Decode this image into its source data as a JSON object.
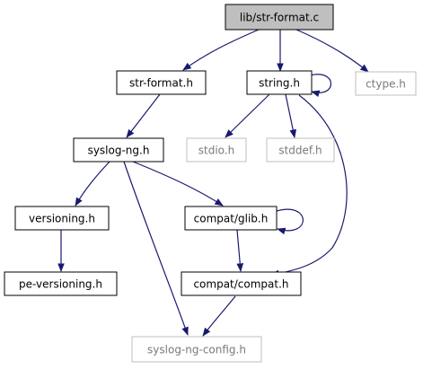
{
  "graph": {
    "nodes": [
      {
        "id": "lib-str-format-c",
        "label": "lib/str-format.c",
        "kind": "current"
      },
      {
        "id": "str-format-h",
        "label": "str-format.h",
        "kind": "normal"
      },
      {
        "id": "string-h",
        "label": "string.h",
        "kind": "normal"
      },
      {
        "id": "ctype-h",
        "label": "ctype.h",
        "kind": "missing"
      },
      {
        "id": "syslog-ng-h",
        "label": "syslog-ng.h",
        "kind": "normal"
      },
      {
        "id": "stdio-h",
        "label": "stdio.h",
        "kind": "missing"
      },
      {
        "id": "stddef-h",
        "label": "stddef.h",
        "kind": "missing"
      },
      {
        "id": "versioning-h",
        "label": "versioning.h",
        "kind": "normal"
      },
      {
        "id": "compat-glib-h",
        "label": "compat/glib.h",
        "kind": "normal"
      },
      {
        "id": "pe-versioning-h",
        "label": "pe-versioning.h",
        "kind": "normal"
      },
      {
        "id": "compat-compat-h",
        "label": "compat/compat.h",
        "kind": "normal"
      },
      {
        "id": "syslog-ng-config-h",
        "label": "syslog-ng-config.h",
        "kind": "missing"
      }
    ],
    "edges": [
      {
        "from": "lib-str-format-c",
        "to": "str-format-h"
      },
      {
        "from": "lib-str-format-c",
        "to": "string-h"
      },
      {
        "from": "lib-str-format-c",
        "to": "ctype-h"
      },
      {
        "from": "string-h",
        "to": "string-h"
      },
      {
        "from": "string-h",
        "to": "stdio-h"
      },
      {
        "from": "string-h",
        "to": "stddef-h"
      },
      {
        "from": "string-h",
        "to": "compat-compat-h"
      },
      {
        "from": "str-format-h",
        "to": "syslog-ng-h"
      },
      {
        "from": "syslog-ng-h",
        "to": "versioning-h"
      },
      {
        "from": "syslog-ng-h",
        "to": "compat-glib-h"
      },
      {
        "from": "syslog-ng-h",
        "to": "syslog-ng-config-h"
      },
      {
        "from": "versioning-h",
        "to": "pe-versioning-h"
      },
      {
        "from": "compat-glib-h",
        "to": "compat-glib-h"
      },
      {
        "from": "compat-glib-h",
        "to": "compat-compat-h"
      },
      {
        "from": "compat-compat-h",
        "to": "syslog-ng-config-h"
      }
    ],
    "colors": {
      "edge": "#191970",
      "current_fill": "#bfbfbf",
      "missing_border": "#bfbfbf",
      "missing_text": "#7a7a7a"
    }
  }
}
